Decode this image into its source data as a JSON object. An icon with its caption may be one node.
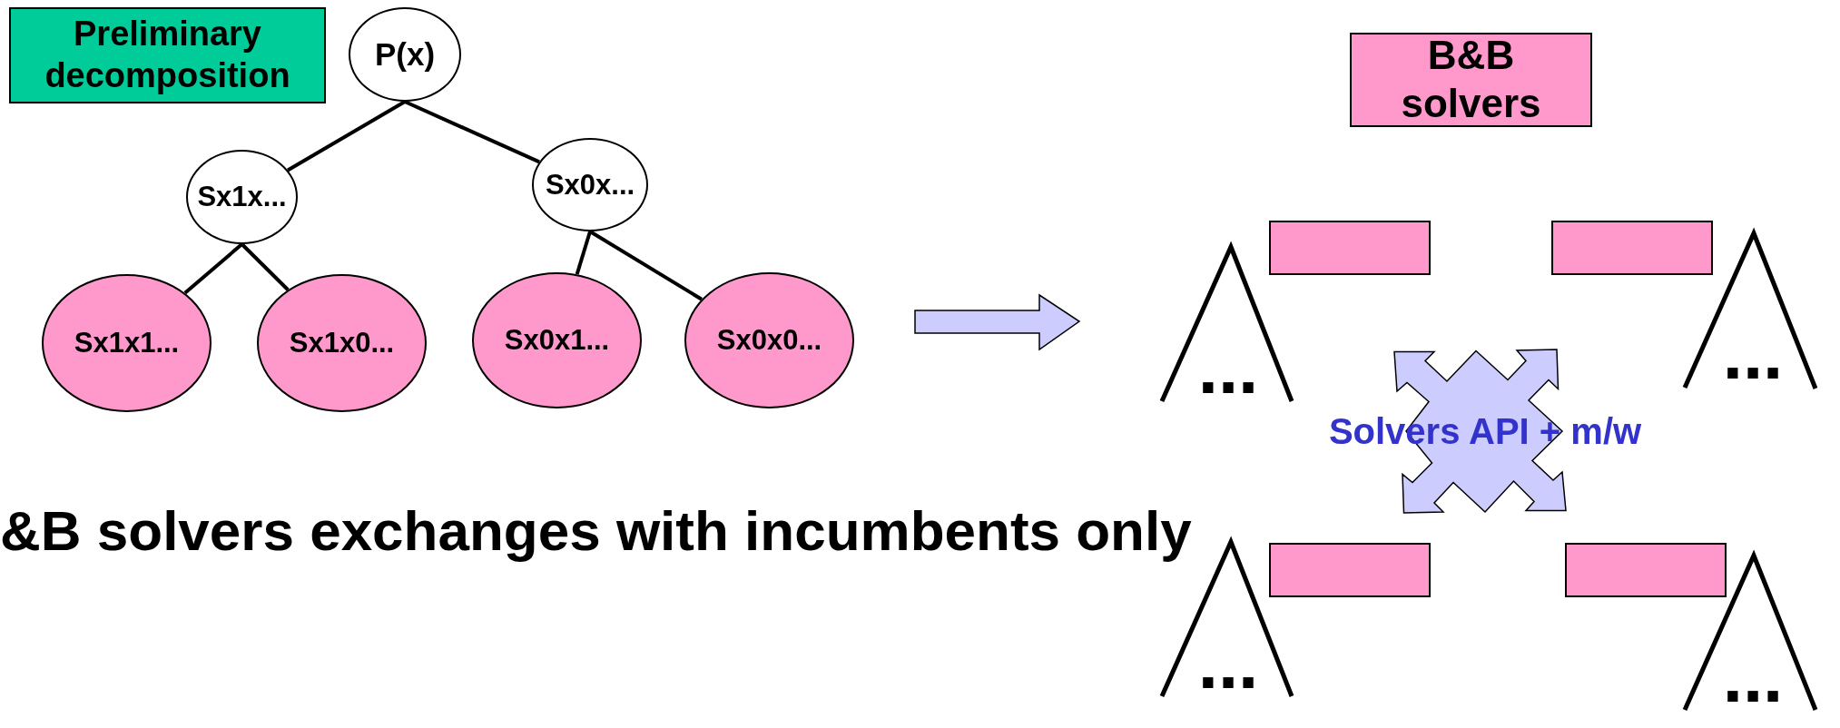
{
  "diagram": {
    "nodes": [
      {
        "text": [
          "Preliminary decomposition"
        ]
      },
      {
        "text": [
          "P(x)"
        ]
      },
      {
        "text": [
          "Sx1x..."
        ]
      },
      {
        "text": [
          "Sx0x..."
        ]
      },
      {
        "text": [
          "Sx1x1..."
        ]
      },
      {
        "text": [
          "Sx1x0..."
        ]
      },
      {
        "text": [
          "Sx0x1..."
        ]
      },
      {
        "text": [
          "Sx0x0..."
        ]
      },
      {
        "text": [
          "B&B solvers"
        ]
      },
      {
        "text": [],
        "shape": "box"
      },
      {
        "text": [],
        "shape": "box"
      },
      {
        "text": [
          "Solvers API + m/w"
        ]
      },
      {
        "text": [],
        "shape": "box"
      },
      {
        "text": [],
        "shape": "box"
      }
    ],
    "edges": [
      {
        "from": 1,
        "to": 2,
        "arrow": "none"
      },
      {
        "from": 1,
        "to": 3,
        "arrow": "none"
      },
      {
        "from": 2,
        "to": 4,
        "arrow": "none"
      },
      {
        "from": 2,
        "to": 5,
        "arrow": "none"
      },
      {
        "from": 3,
        "to": 6,
        "arrow": "none"
      },
      {
        "from": 3,
        "to": 7,
        "arrow": "none"
      }
    ],
    "labels": [
      "...",
      "...",
      "&B solvers exchanges with incumbents only",
      "...",
      "..."
    ]
  }
}
